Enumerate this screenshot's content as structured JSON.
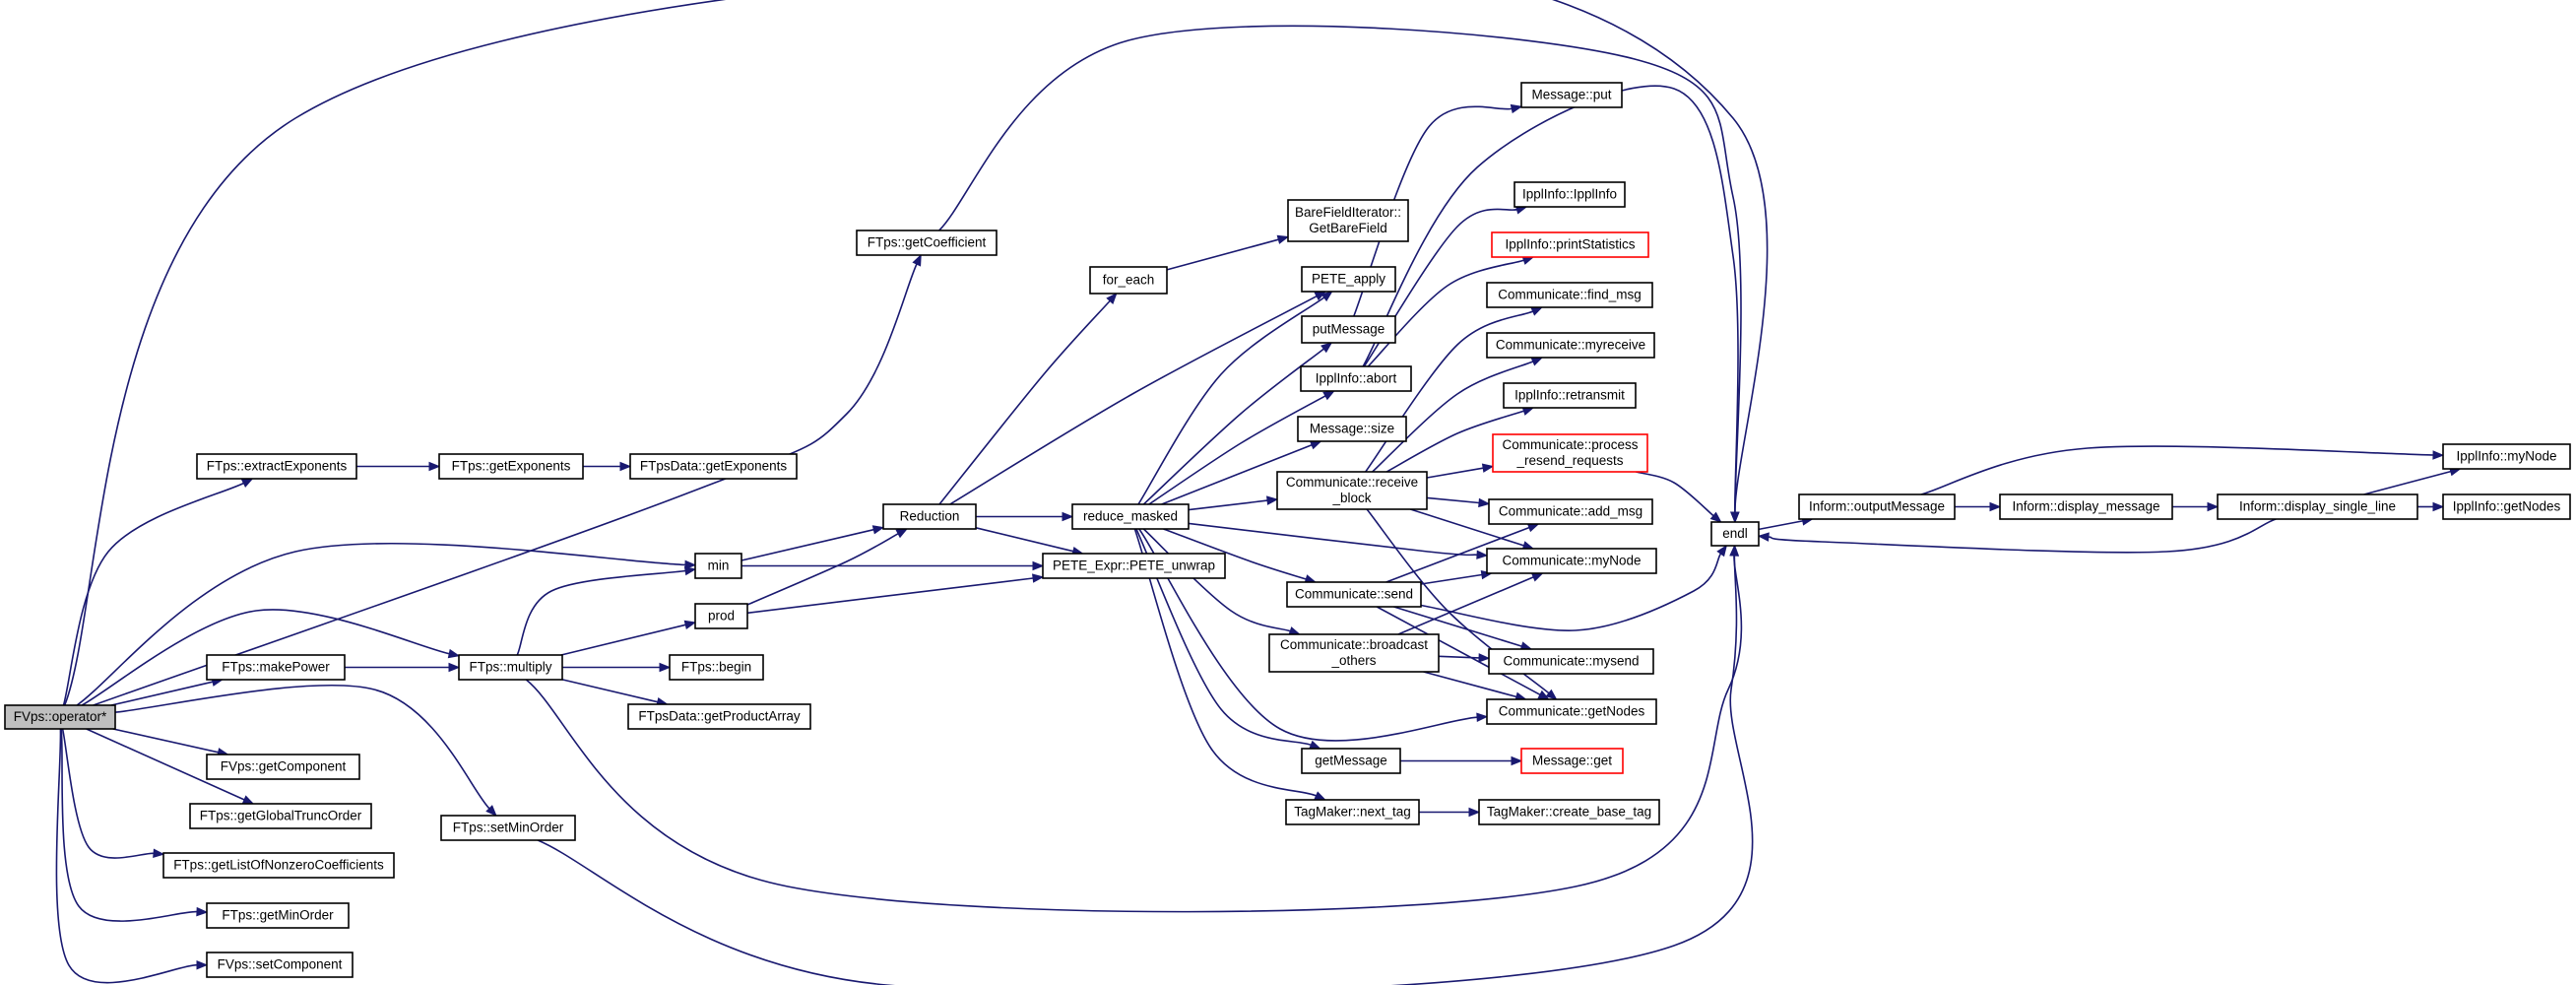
{
  "diagram": {
    "root": "FVps::operator*",
    "nodes": [
      {
        "id": "root",
        "lines": [
          "FVps::operator*"
        ],
        "kind": "root"
      },
      {
        "id": "extractExponents",
        "lines": [
          "FTps::extractExponents"
        ]
      },
      {
        "id": "getExponents",
        "lines": [
          "FTps::getExponents"
        ]
      },
      {
        "id": "dataGetExponents",
        "lines": [
          "FTpsData::getExponents"
        ]
      },
      {
        "id": "getCoefficient",
        "lines": [
          "FTps::getCoefficient"
        ]
      },
      {
        "id": "makePower",
        "lines": [
          "FTps::makePower"
        ]
      },
      {
        "id": "multiply",
        "lines": [
          "FTps::multiply"
        ]
      },
      {
        "id": "getComponent",
        "lines": [
          "FVps::getComponent"
        ]
      },
      {
        "id": "getGlobalTruncOrder",
        "lines": [
          "FTps::getGlobalTruncOrder"
        ]
      },
      {
        "id": "getListOfNonzero",
        "lines": [
          "FTps::getListOfNonzeroCoefficients"
        ]
      },
      {
        "id": "getMinOrder",
        "lines": [
          "FTps::getMinOrder"
        ]
      },
      {
        "id": "setComponent",
        "lines": [
          "FVps::setComponent"
        ]
      },
      {
        "id": "setMinOrder",
        "lines": [
          "FTps::setMinOrder"
        ]
      },
      {
        "id": "min",
        "lines": [
          "min"
        ]
      },
      {
        "id": "prod",
        "lines": [
          "prod"
        ]
      },
      {
        "id": "begin",
        "lines": [
          "FTps::begin"
        ]
      },
      {
        "id": "getProductArray",
        "lines": [
          "FTpsData::getProductArray"
        ]
      },
      {
        "id": "reduction",
        "lines": [
          "Reduction"
        ]
      },
      {
        "id": "forEach",
        "lines": [
          "for_each"
        ]
      },
      {
        "id": "pete_unwrap",
        "lines": [
          "PETE_Expr::PETE_unwrap"
        ]
      },
      {
        "id": "getBareField",
        "lines": [
          "BareFieldIterator::",
          "GetBareField"
        ]
      },
      {
        "id": "reduceMasked",
        "lines": [
          "reduce_masked"
        ]
      },
      {
        "id": "peteApply",
        "lines": [
          "PETE_apply"
        ]
      },
      {
        "id": "putMessage",
        "lines": [
          "putMessage"
        ]
      },
      {
        "id": "ipplAbort",
        "lines": [
          "IpplInfo::abort"
        ]
      },
      {
        "id": "messageSize",
        "lines": [
          "Message::size"
        ]
      },
      {
        "id": "receiveBlock",
        "lines": [
          "Communicate::receive",
          "_block"
        ]
      },
      {
        "id": "commSend",
        "lines": [
          "Communicate::send"
        ]
      },
      {
        "id": "broadcastOthers",
        "lines": [
          "Communicate::broadcast",
          "_others"
        ]
      },
      {
        "id": "getMessage",
        "lines": [
          "getMessage"
        ]
      },
      {
        "id": "nextTag",
        "lines": [
          "TagMaker::next_tag"
        ]
      },
      {
        "id": "messagePut",
        "lines": [
          "Message::put"
        ]
      },
      {
        "id": "ipplInfoCtor",
        "lines": [
          "IpplInfo::IpplInfo"
        ]
      },
      {
        "id": "printStatistics",
        "lines": [
          "IpplInfo::printStatistics"
        ],
        "kind": "truncated"
      },
      {
        "id": "findMsg",
        "lines": [
          "Communicate::find_msg"
        ]
      },
      {
        "id": "myreceive",
        "lines": [
          "Communicate::myreceive"
        ]
      },
      {
        "id": "retransmit",
        "lines": [
          "IpplInfo::retransmit"
        ]
      },
      {
        "id": "processResend",
        "lines": [
          "Communicate::process",
          "_resend_requests"
        ],
        "kind": "truncated"
      },
      {
        "id": "addMsg",
        "lines": [
          "Communicate::add_msg"
        ]
      },
      {
        "id": "commMyNode",
        "lines": [
          "Communicate::myNode"
        ]
      },
      {
        "id": "mysend",
        "lines": [
          "Communicate::mysend"
        ]
      },
      {
        "id": "commGetNodes",
        "lines": [
          "Communicate::getNodes"
        ]
      },
      {
        "id": "messageGet",
        "lines": [
          "Message::get"
        ],
        "kind": "truncated"
      },
      {
        "id": "createBaseTag",
        "lines": [
          "TagMaker::create_base_tag"
        ]
      },
      {
        "id": "endl",
        "lines": [
          "endl"
        ]
      },
      {
        "id": "outputMessage",
        "lines": [
          "Inform::outputMessage"
        ]
      },
      {
        "id": "displayMessage",
        "lines": [
          "Inform::display_message"
        ]
      },
      {
        "id": "displaySingleLine",
        "lines": [
          "Inform::display_single_line"
        ]
      },
      {
        "id": "ipplMyNode",
        "lines": [
          "IpplInfo::myNode"
        ]
      },
      {
        "id": "ipplGetNodes",
        "lines": [
          "IpplInfo::getNodes"
        ]
      }
    ],
    "edges": [
      {
        "from": "root",
        "to": "extractExponents"
      },
      {
        "from": "root",
        "to": "getCoefficient"
      },
      {
        "from": "root",
        "to": "endl"
      },
      {
        "from": "root",
        "to": "min"
      },
      {
        "from": "root",
        "to": "multiply"
      },
      {
        "from": "root",
        "to": "makePower"
      },
      {
        "from": "root",
        "to": "setMinOrder"
      },
      {
        "from": "root",
        "to": "getComponent"
      },
      {
        "from": "root",
        "to": "getGlobalTruncOrder"
      },
      {
        "from": "root",
        "to": "getListOfNonzero"
      },
      {
        "from": "root",
        "to": "getMinOrder"
      },
      {
        "from": "root",
        "to": "setComponent"
      },
      {
        "from": "extractExponents",
        "to": "getExponents"
      },
      {
        "from": "getExponents",
        "to": "dataGetExponents"
      },
      {
        "from": "getCoefficient",
        "to": "endl"
      },
      {
        "from": "makePower",
        "to": "multiply"
      },
      {
        "from": "multiply",
        "to": "min"
      },
      {
        "from": "multiply",
        "to": "prod"
      },
      {
        "from": "multiply",
        "to": "begin"
      },
      {
        "from": "multiply",
        "to": "getProductArray"
      },
      {
        "from": "multiply",
        "to": "endl"
      },
      {
        "from": "setMinOrder",
        "to": "endl"
      },
      {
        "from": "min",
        "to": "reduction"
      },
      {
        "from": "min",
        "to": "pete_unwrap"
      },
      {
        "from": "prod",
        "to": "reduction"
      },
      {
        "from": "prod",
        "to": "pete_unwrap"
      },
      {
        "from": "reduction",
        "to": "forEach"
      },
      {
        "from": "reduction",
        "to": "peteApply"
      },
      {
        "from": "reduction",
        "to": "reduceMasked"
      },
      {
        "from": "reduction",
        "to": "pete_unwrap"
      },
      {
        "from": "forEach",
        "to": "getBareField"
      },
      {
        "from": "reduceMasked",
        "to": "peteApply"
      },
      {
        "from": "reduceMasked",
        "to": "putMessage"
      },
      {
        "from": "reduceMasked",
        "to": "ipplAbort"
      },
      {
        "from": "reduceMasked",
        "to": "messageSize"
      },
      {
        "from": "reduceMasked",
        "to": "receiveBlock"
      },
      {
        "from": "reduceMasked",
        "to": "commMyNode"
      },
      {
        "from": "reduceMasked",
        "to": "commSend"
      },
      {
        "from": "reduceMasked",
        "to": "broadcastOthers"
      },
      {
        "from": "reduceMasked",
        "to": "commGetNodes"
      },
      {
        "from": "reduceMasked",
        "to": "getMessage"
      },
      {
        "from": "reduceMasked",
        "to": "nextTag"
      },
      {
        "from": "putMessage",
        "to": "messagePut"
      },
      {
        "from": "ipplAbort",
        "to": "endl"
      },
      {
        "from": "ipplAbort",
        "to": "ipplInfoCtor"
      },
      {
        "from": "ipplAbort",
        "to": "printStatistics"
      },
      {
        "from": "receiveBlock",
        "to": "findMsg"
      },
      {
        "from": "receiveBlock",
        "to": "myreceive"
      },
      {
        "from": "receiveBlock",
        "to": "retransmit"
      },
      {
        "from": "receiveBlock",
        "to": "processResend"
      },
      {
        "from": "receiveBlock",
        "to": "addMsg"
      },
      {
        "from": "receiveBlock",
        "to": "commMyNode"
      },
      {
        "from": "receiveBlock",
        "to": "commGetNodes"
      },
      {
        "from": "commSend",
        "to": "addMsg"
      },
      {
        "from": "commSend",
        "to": "commMyNode"
      },
      {
        "from": "commSend",
        "to": "endl"
      },
      {
        "from": "commSend",
        "to": "mysend"
      },
      {
        "from": "commSend",
        "to": "commGetNodes"
      },
      {
        "from": "broadcastOthers",
        "to": "commMyNode"
      },
      {
        "from": "broadcastOthers",
        "to": "mysend"
      },
      {
        "from": "broadcastOthers",
        "to": "commGetNodes"
      },
      {
        "from": "getMessage",
        "to": "messageGet"
      },
      {
        "from": "nextTag",
        "to": "createBaseTag"
      },
      {
        "from": "processResend",
        "to": "endl"
      },
      {
        "from": "endl",
        "to": "outputMessage"
      },
      {
        "from": "outputMessage",
        "to": "displayMessage"
      },
      {
        "from": "outputMessage",
        "to": "ipplMyNode"
      },
      {
        "from": "displayMessage",
        "to": "displaySingleLine"
      },
      {
        "from": "displaySingleLine",
        "to": "ipplMyNode"
      },
      {
        "from": "displaySingleLine",
        "to": "ipplGetNodes"
      },
      {
        "from": "displaySingleLine",
        "to": "endl"
      }
    ],
    "colors": {
      "edge": "#191970",
      "node_border": "#000000",
      "node_fill": "#ffffff",
      "root_fill": "#bfbfbf",
      "truncated_border": "#ff0000"
    }
  }
}
